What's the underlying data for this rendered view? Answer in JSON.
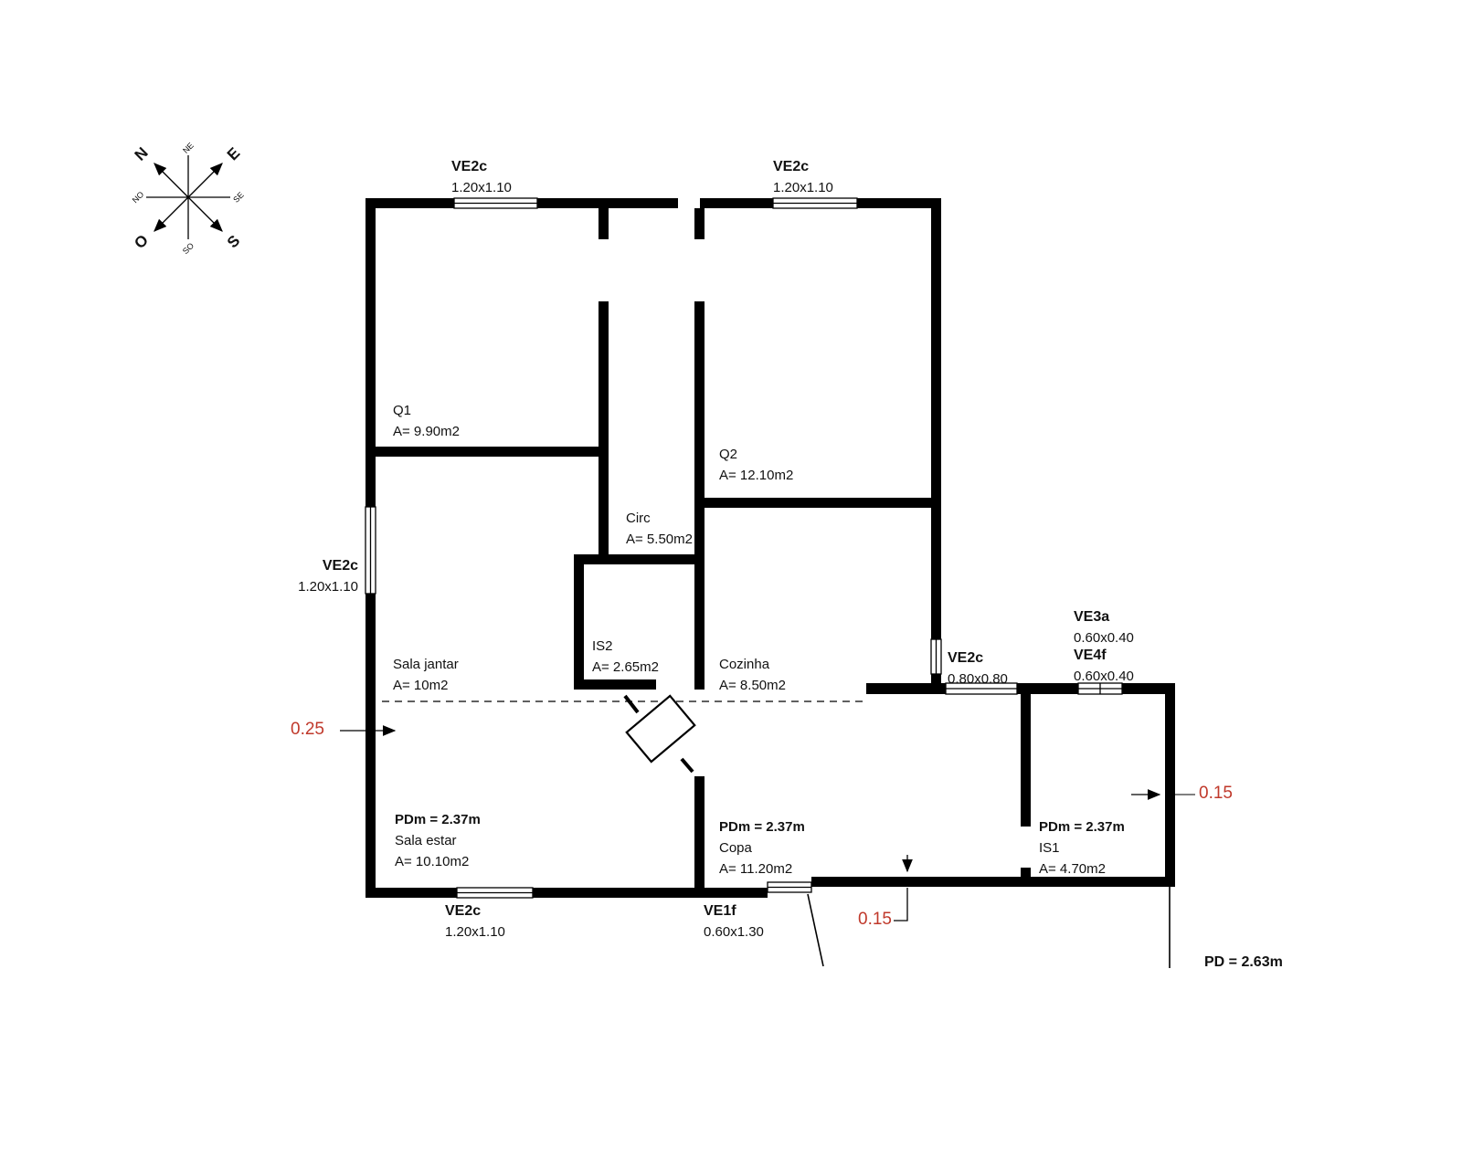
{
  "colors": {
    "red": "#c0392b",
    "wall": "#000000"
  },
  "compass": {
    "n": "N",
    "e": "E",
    "s": "S",
    "o": "O",
    "ne": "NE",
    "se": "SE",
    "so": "SO",
    "no": "NO"
  },
  "windows": {
    "top_left": {
      "name": "VE2c",
      "size": "1.20x1.10"
    },
    "top_right": {
      "name": "VE2c",
      "size": "1.20x1.10"
    },
    "left": {
      "name": "VE2c",
      "size": "1.20x1.10"
    },
    "bottom": {
      "name": "VE2c",
      "size": "1.20x1.10"
    },
    "ve1f": {
      "name": "VE1f",
      "size": "0.60x1.30"
    },
    "right_small": {
      "name": "VE2c",
      "size": "0.80x0.80"
    },
    "ve3a": {
      "name": "VE3a",
      "size": "0.60x0.40"
    },
    "ve4f": {
      "name": "VE4f",
      "size": "0.60x0.40"
    }
  },
  "rooms": {
    "q1": {
      "name": "Q1",
      "area": "A= 9.90m2"
    },
    "q2": {
      "name": "Q2",
      "area": "A= 12.10m2"
    },
    "circ": {
      "name": "Circ",
      "area": "A= 5.50m2"
    },
    "is2": {
      "name": "IS2",
      "area": "A= 2.65m2"
    },
    "sala_jantar": {
      "name": "Sala jantar",
      "area": "A= 10m2"
    },
    "cozinha": {
      "name": "Cozinha",
      "area": "A= 8.50m2"
    },
    "sala_estar": {
      "pdm": "PDm = 2.37m",
      "name": "Sala estar",
      "area": "A= 10.10m2"
    },
    "copa": {
      "pdm": "PDm = 2.37m",
      "name": "Copa",
      "area": "A= 11.20m2"
    },
    "is1": {
      "pdm": "PDm = 2.37m",
      "name": "IS1",
      "area": "A= 4.70m2"
    }
  },
  "dimensions": {
    "wall_left": "0.25",
    "wall_right": "0.15",
    "wall_bottom": "0.15",
    "ceiling": "PD = 2.63m"
  }
}
